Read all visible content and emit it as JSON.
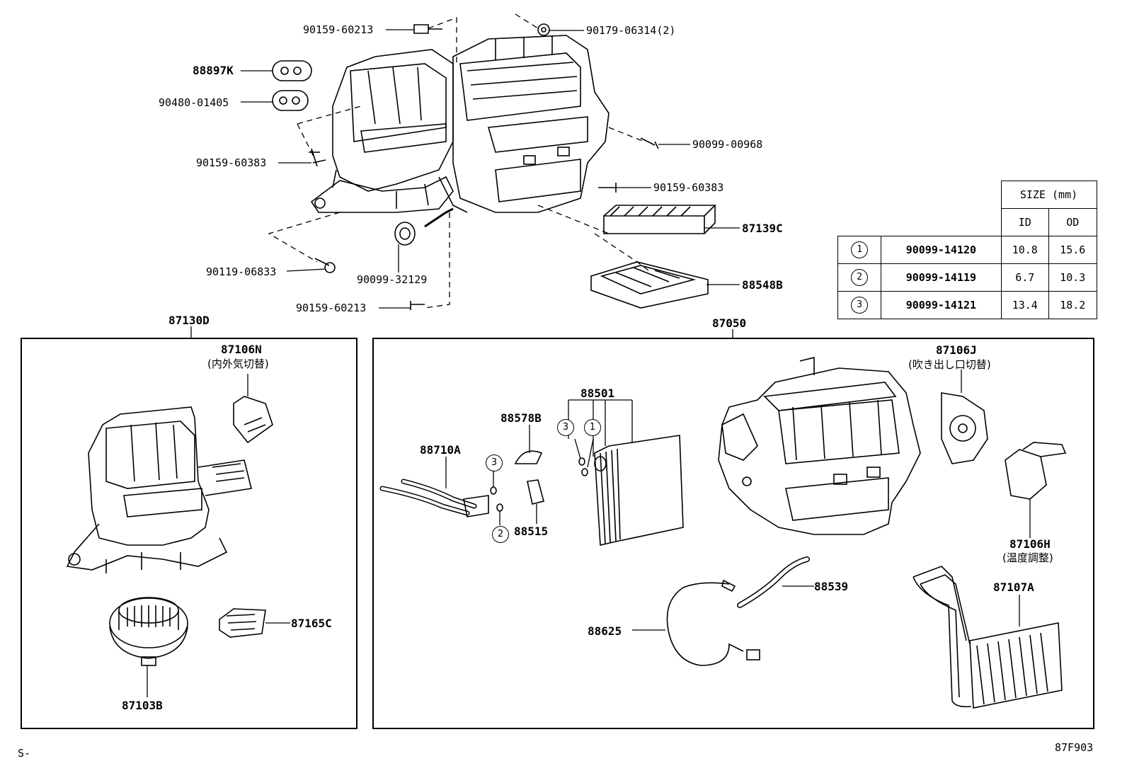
{
  "top_labels": {
    "p90159_60213_top": "90159-60213",
    "p90179_06314": "90179-06314(2)",
    "p88897K": "88897K",
    "p90480_01405": "90480-01405",
    "p90159_60383_left": "90159-60383",
    "p90099_00968": "90099-00968",
    "p90159_60383_right": "90159-60383",
    "p87139C": "87139C",
    "p90119_06833": "90119-06833",
    "p90099_32129": "90099-32129",
    "p88548B": "88548B",
    "p90159_60213_bottom": "90159-60213"
  },
  "size_table": {
    "header": "SIZE (mm)",
    "col_id": "ID",
    "col_od": "OD",
    "rows": [
      {
        "mark": "1",
        "part": "90099-14120",
        "id": "10.8",
        "od": "15.6"
      },
      {
        "mark": "2",
        "part": "90099-14119",
        "id": "6.7",
        "od": "10.3"
      },
      {
        "mark": "3",
        "part": "90099-14121",
        "id": "13.4",
        "od": "18.2"
      }
    ]
  },
  "left_group": {
    "title": "87130D",
    "p87106N": "87106N",
    "p87106N_jp": "(内外気切替)",
    "p87165C": "87165C",
    "p87103B": "87103B"
  },
  "right_group": {
    "title": "87050",
    "p88501": "88501",
    "p88578B": "88578B",
    "p88710A": "88710A",
    "p88515": "88515",
    "p87106J": "87106J",
    "p87106J_jp": "(吹き出し口切替)",
    "p87106H": "87106H",
    "p87106H_jp": "(温度調整)",
    "p88539": "88539",
    "p87107A": "87107A",
    "p88625": "88625",
    "m3a": "3",
    "m1": "1",
    "m3b": "3",
    "m2": "2"
  },
  "footer": {
    "left": "S-",
    "right": "87F903"
  }
}
